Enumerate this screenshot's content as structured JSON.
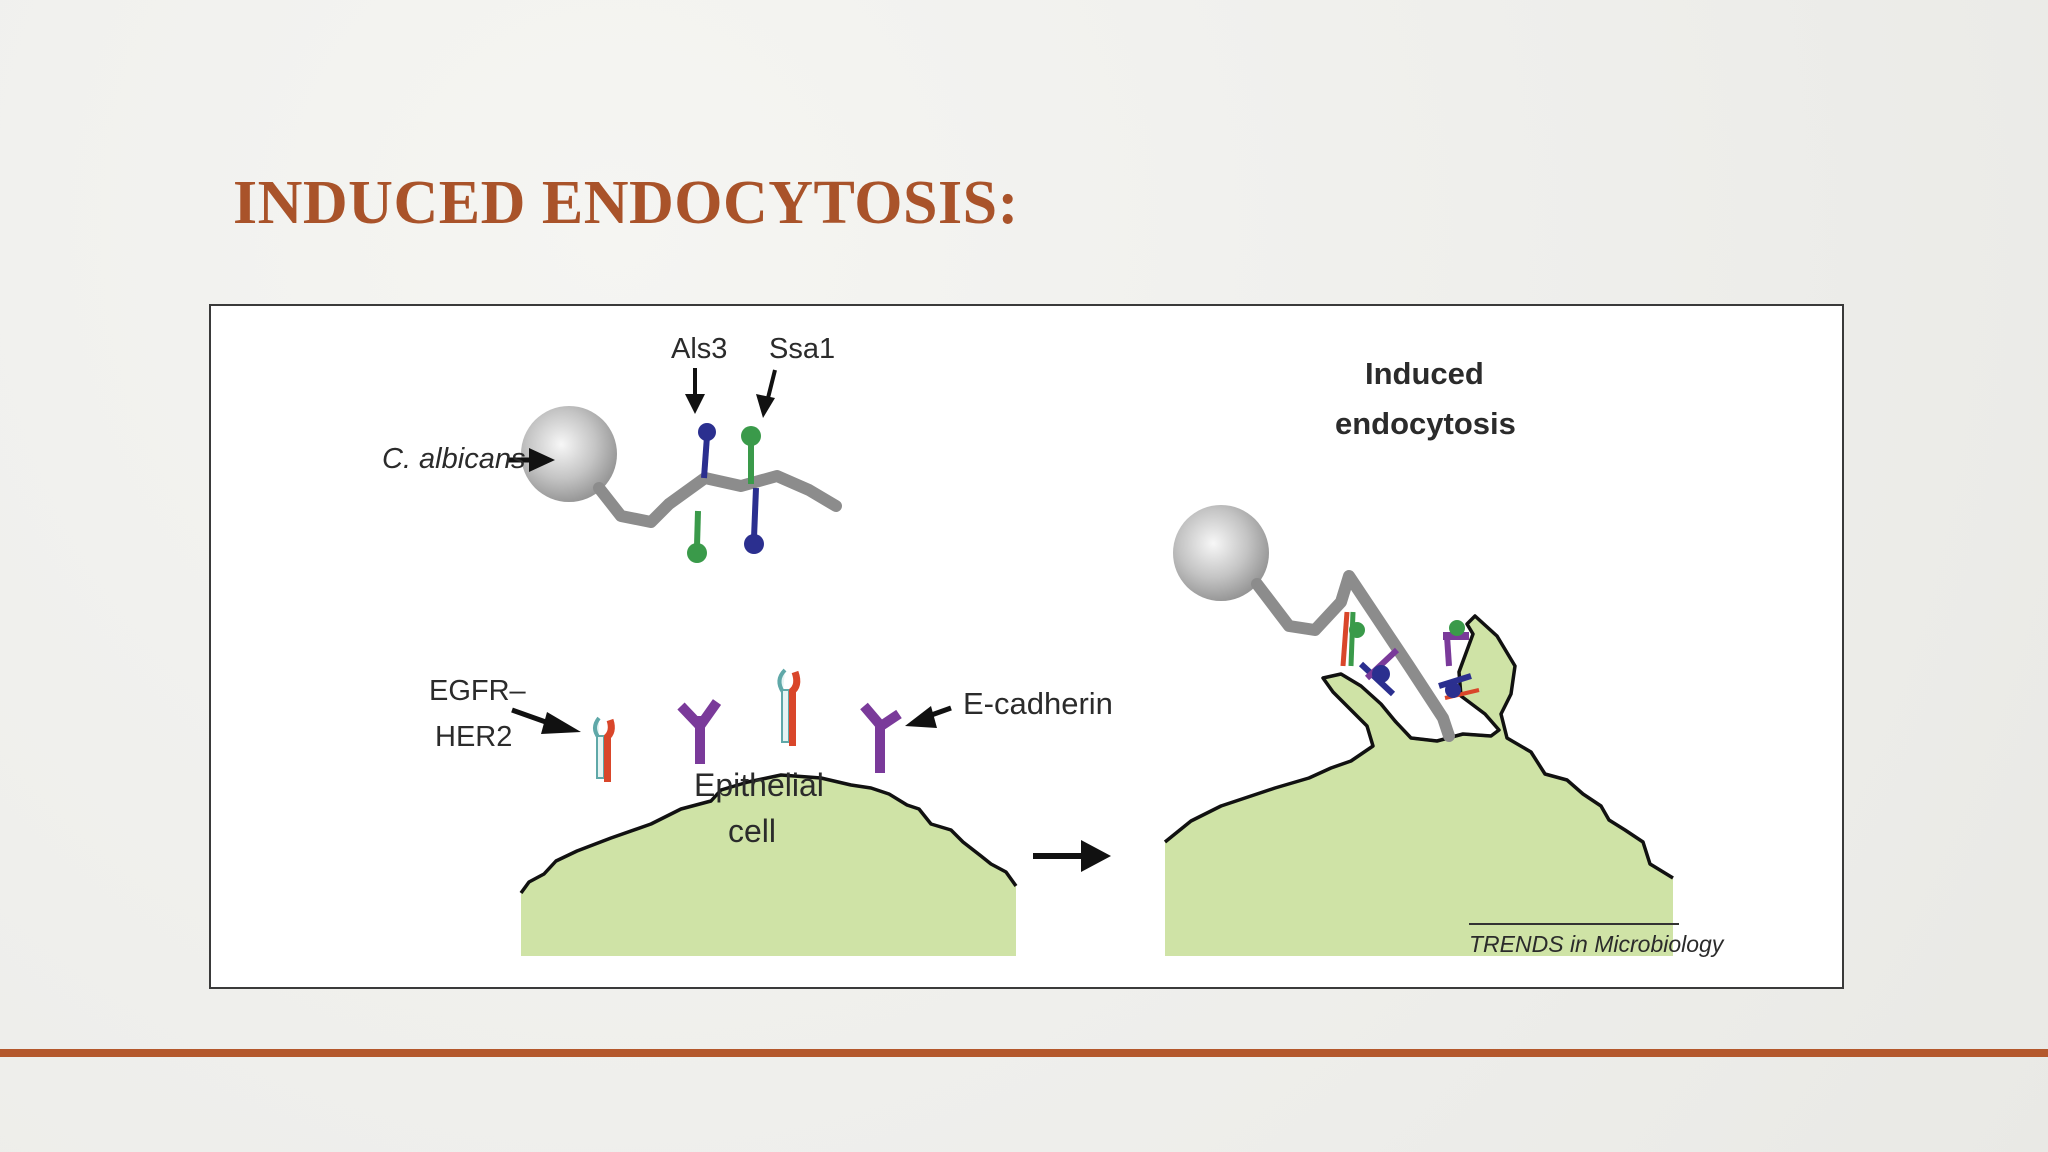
{
  "slide": {
    "title": "INDUCED ENDOCYTOSIS:"
  },
  "colors": {
    "title": "#a9532a",
    "footer_bar": "#b4582c",
    "cell_fill": "#cfe3a6",
    "fungus": "#b9b9b9",
    "hypha": "#8c8c8c",
    "als3": "#2b2f8f",
    "ssa1": "#3a9a4a",
    "ecadherin": "#7a3a9a",
    "egfr_red": "#d9462a",
    "egfr_teal": "#a9d9d6"
  },
  "diagram": {
    "labels": {
      "als3": "Als3",
      "ssa1": "Ssa1",
      "calbicans": "C. albicans",
      "egfr_line1": "EGFR–",
      "egfr_line2": "HER2",
      "ecadherin": "E-cadherin",
      "epithelial_line1": "Epithelial",
      "epithelial_line2": "cell",
      "induced_line1": "Induced",
      "induced_line2": "endocytosis",
      "credit": "TRENDS in Microbiology"
    },
    "icons": {
      "step_arrow": "arrow-right-icon",
      "fungus": "fungal-cell-icon"
    }
  }
}
